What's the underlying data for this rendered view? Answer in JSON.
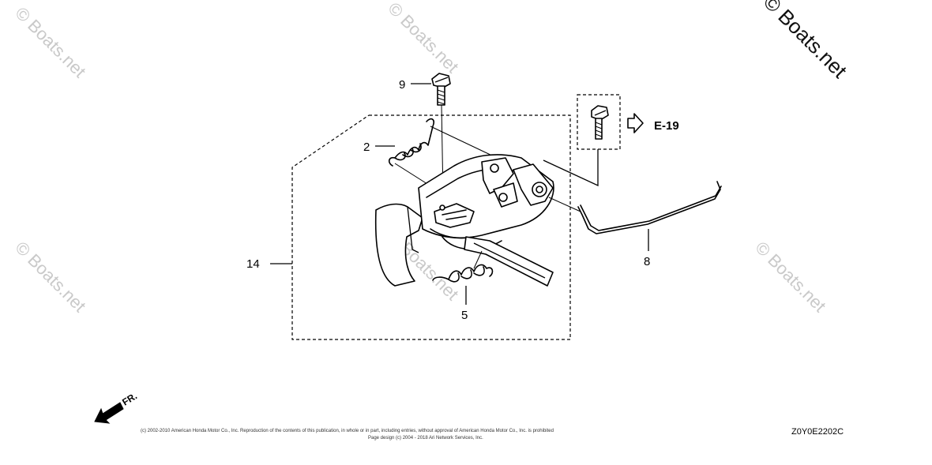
{
  "watermark": {
    "text": "© Boats.net",
    "corner_text": "© Boats.net"
  },
  "callouts": {
    "part_9": "9",
    "part_2": "2",
    "part_14": "14",
    "part_5": "5",
    "part_8": "8"
  },
  "reference": {
    "label": "E-19"
  },
  "direction": {
    "label": "FR."
  },
  "footer": {
    "copyright_line1": "(c) 2002-2010 American Honda Motor Co., Inc. Reproduction of the contents of this publication, in whole or in part, including entries, without approval of American Honda Motor Co., Inc. is prohibited",
    "copyright_line2": "Page design (c) 2004 - 2018 Ari Network Services, Inc.",
    "diagram_code": "Z0Y0E2202C"
  },
  "colors": {
    "watermark": "#c9c9c9",
    "ink": "#000000"
  }
}
